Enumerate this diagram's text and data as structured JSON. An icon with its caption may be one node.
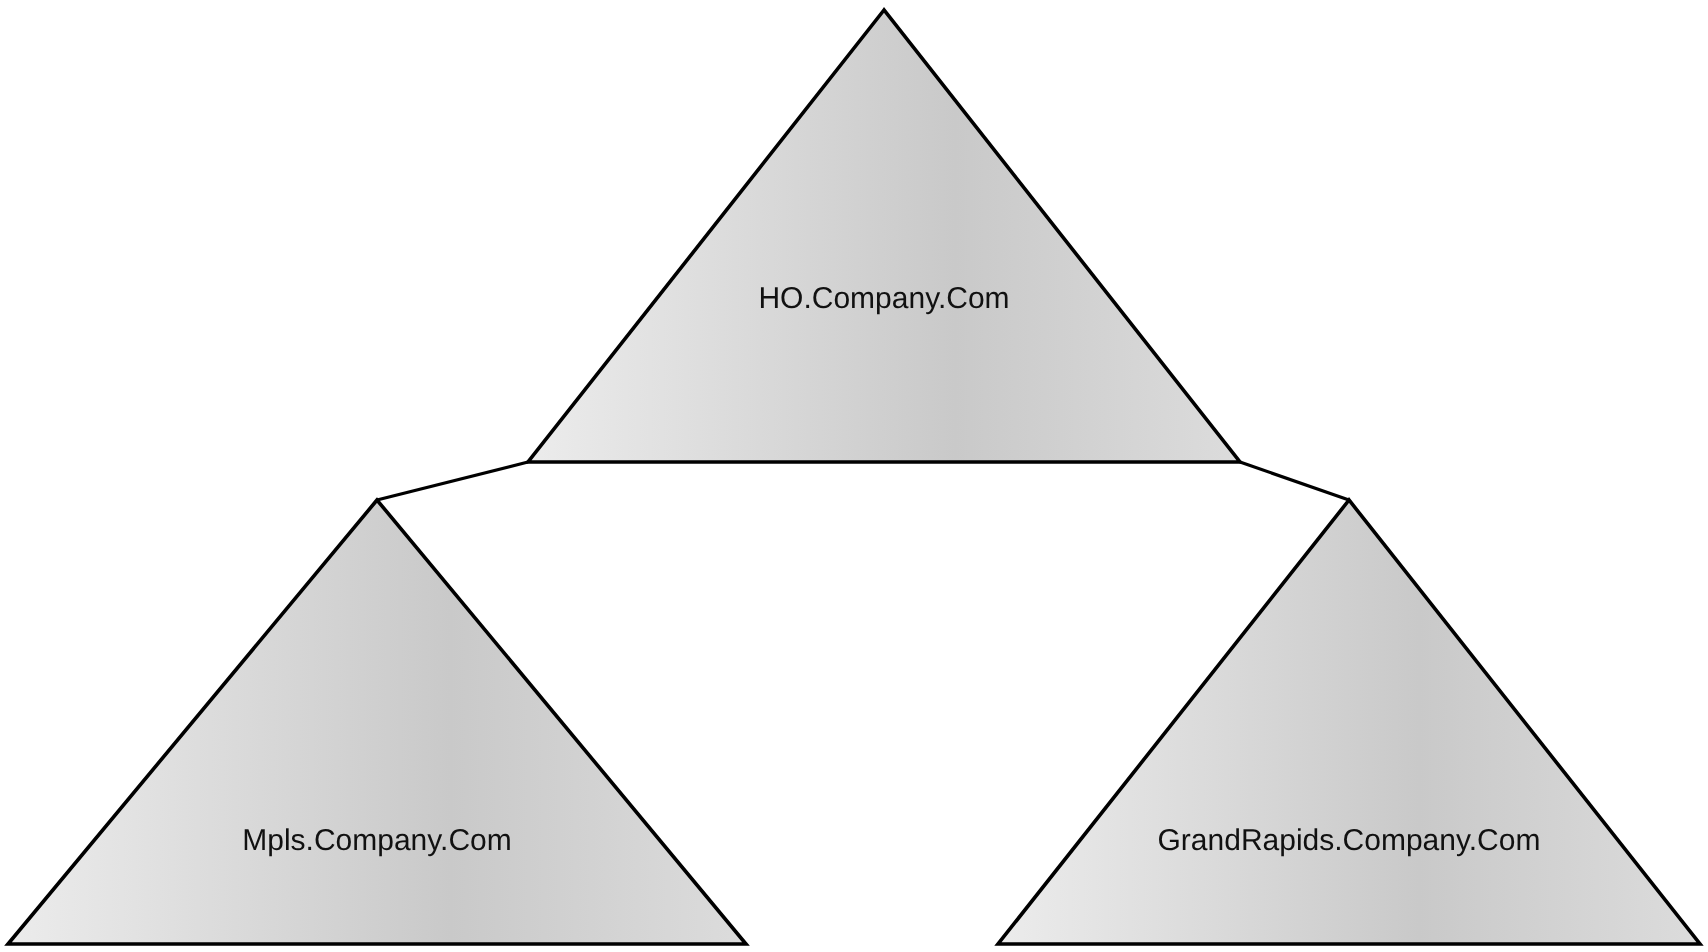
{
  "diagram": {
    "nodes": [
      {
        "text": [
          "HO.Company.Com"
        ]
      },
      {
        "text": [
          "Mpls.Company.Com"
        ]
      },
      {
        "text": [
          "GrandRapids.Company.Com"
        ]
      }
    ],
    "edges": [
      {
        "from": 0,
        "to": 1,
        "arrow": "none"
      },
      {
        "from": 0,
        "to": 2,
        "arrow": "none"
      }
    ]
  }
}
